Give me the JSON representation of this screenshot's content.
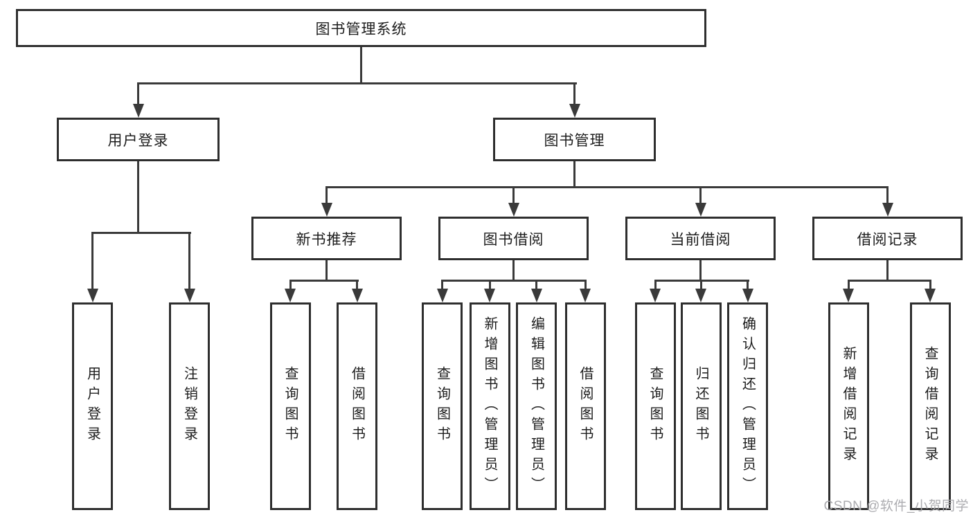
{
  "diagram": {
    "root": {
      "label": "图书管理系统"
    },
    "level2": [
      {
        "label": "用户登录"
      },
      {
        "label": "图书管理"
      }
    ],
    "level3": [
      {
        "label": "新书推荐"
      },
      {
        "label": "图书借阅"
      },
      {
        "label": "当前借阅"
      },
      {
        "label": "借阅记录"
      }
    ],
    "leaves": [
      {
        "label": "用户登录"
      },
      {
        "label": "注销登录"
      },
      {
        "label": "查询图书"
      },
      {
        "label": "借阅图书"
      },
      {
        "label": "查询图书"
      },
      {
        "label": "新增图书（管理员）"
      },
      {
        "label": "编辑图书（管理员）"
      },
      {
        "label": "借阅图书"
      },
      {
        "label": "查询图书"
      },
      {
        "label": "归还图书"
      },
      {
        "label": "确认归还（管理员）"
      },
      {
        "label": "新增借阅记录"
      },
      {
        "label": "查询借阅记录"
      }
    ]
  },
  "watermark": {
    "text": "CSDN @软件_小贺同学"
  },
  "colors": {
    "line": "#3a3a3a",
    "border": "#2e2e2e",
    "text": "#1c1c1c",
    "watermark": "#a8a8ac",
    "background": "#ffffff"
  }
}
